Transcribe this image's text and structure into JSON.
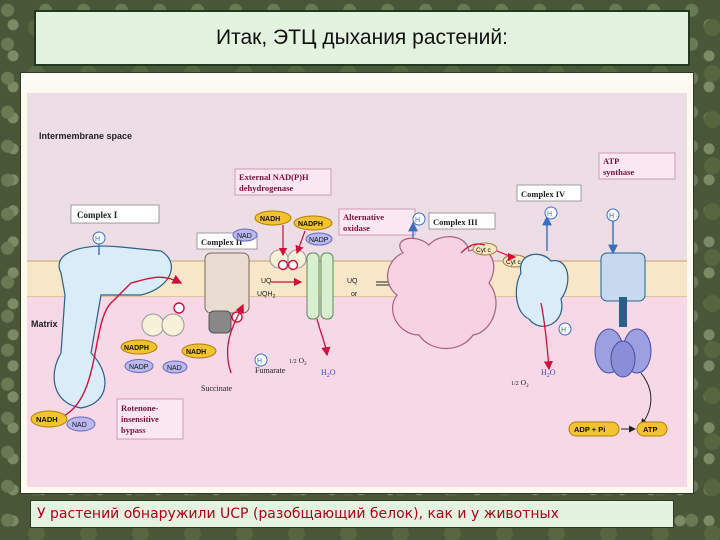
{
  "slide": {
    "title": "Итак, ЭТЦ дыхания растений:",
    "caption": "У растений обнаружили UCP (разобщающий белок), как и у животных"
  },
  "diagram": {
    "regions": {
      "intermembrane": "Intermembrane space",
      "matrix": "Matrix"
    },
    "complexes": {
      "complex1": "Complex I",
      "complex2": "Complex II",
      "complex3": "Complex III",
      "complex4": "Complex IV",
      "external_dh_line1": "External NAD(P)H",
      "external_dh_line2": "dehydrogenase",
      "alt_oxidase_line1": "Alternative",
      "alt_oxidase_line2": "oxidase",
      "atp_synthase_line1": "ATP",
      "atp_synthase_line2": "synthase",
      "rotenone_line1": "Rotenone-",
      "rotenone_line2": "insensitive",
      "rotenone_line3": "bypass"
    },
    "molecules": {
      "nadh": "NADH",
      "nadph": "NADPH",
      "nad": "NAD",
      "nadp": "NADP",
      "uq": "UQ",
      "uqh2": "UQH",
      "cytc": "Cyt c",
      "fumarate": "Fumarate",
      "succinate": "Succinate",
      "h2o": "H",
      "o2": "O",
      "half": "1/2",
      "adp_pi": "ADP + Pi",
      "atp": "ATP",
      "h_plus": "H",
      "plus": "+",
      "sub2": "2",
      "alt_label": "or",
      "water_o": "O"
    },
    "colors": {
      "ims": "#eddde4",
      "membrane": "#f7e6c8",
      "matrix": "#f6d8e6",
      "protein": "#d9ecf8",
      "protein_stroke": "#2a5f8a",
      "complex3": "#f7d2e2",
      "atp_synthase": "#9c9fe0",
      "electron_path": "#d0103a",
      "proton_arrow": "#3a6fc0",
      "nadh_badge": "#f2c230",
      "nad_badge": "#b9b9f0"
    }
  }
}
